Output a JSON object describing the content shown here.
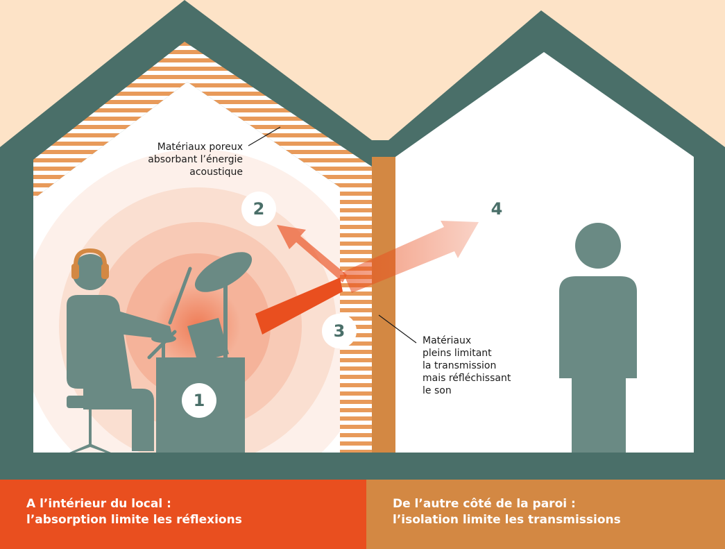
{
  "colors": {
    "background": "#fde3c7",
    "wall": "#4a6f69",
    "absorbent_stripe": "#e89a5a",
    "solid_wall": "#d38843",
    "sound_source": "#e94f1f",
    "figure": "#6a8a84",
    "headphones": "#d38843",
    "panel_left": "#e94f1f",
    "panel_right": "#d38843"
  },
  "labels": {
    "porous": [
      "Matériaux poreux",
      "absorbant l’énergie",
      "acoustique"
    ],
    "solid": [
      "Matériaux",
      "pleins limitant",
      "la transmission",
      "mais réfléchissant",
      "le son"
    ]
  },
  "markers": {
    "m1": "1",
    "m2": "2",
    "m3": "3",
    "m4": "4"
  },
  "panels": {
    "left": [
      "A l’intérieur du local :",
      "l’absorption limite les réflexions"
    ],
    "right": [
      "De l’autre côté de la paroi :",
      "l’isolation limite les transmissions"
    ]
  },
  "icons": [
    "drummer-icon",
    "drum-kit-icon",
    "headphones-icon",
    "listener-person-icon",
    "sound-waves-icon"
  ]
}
